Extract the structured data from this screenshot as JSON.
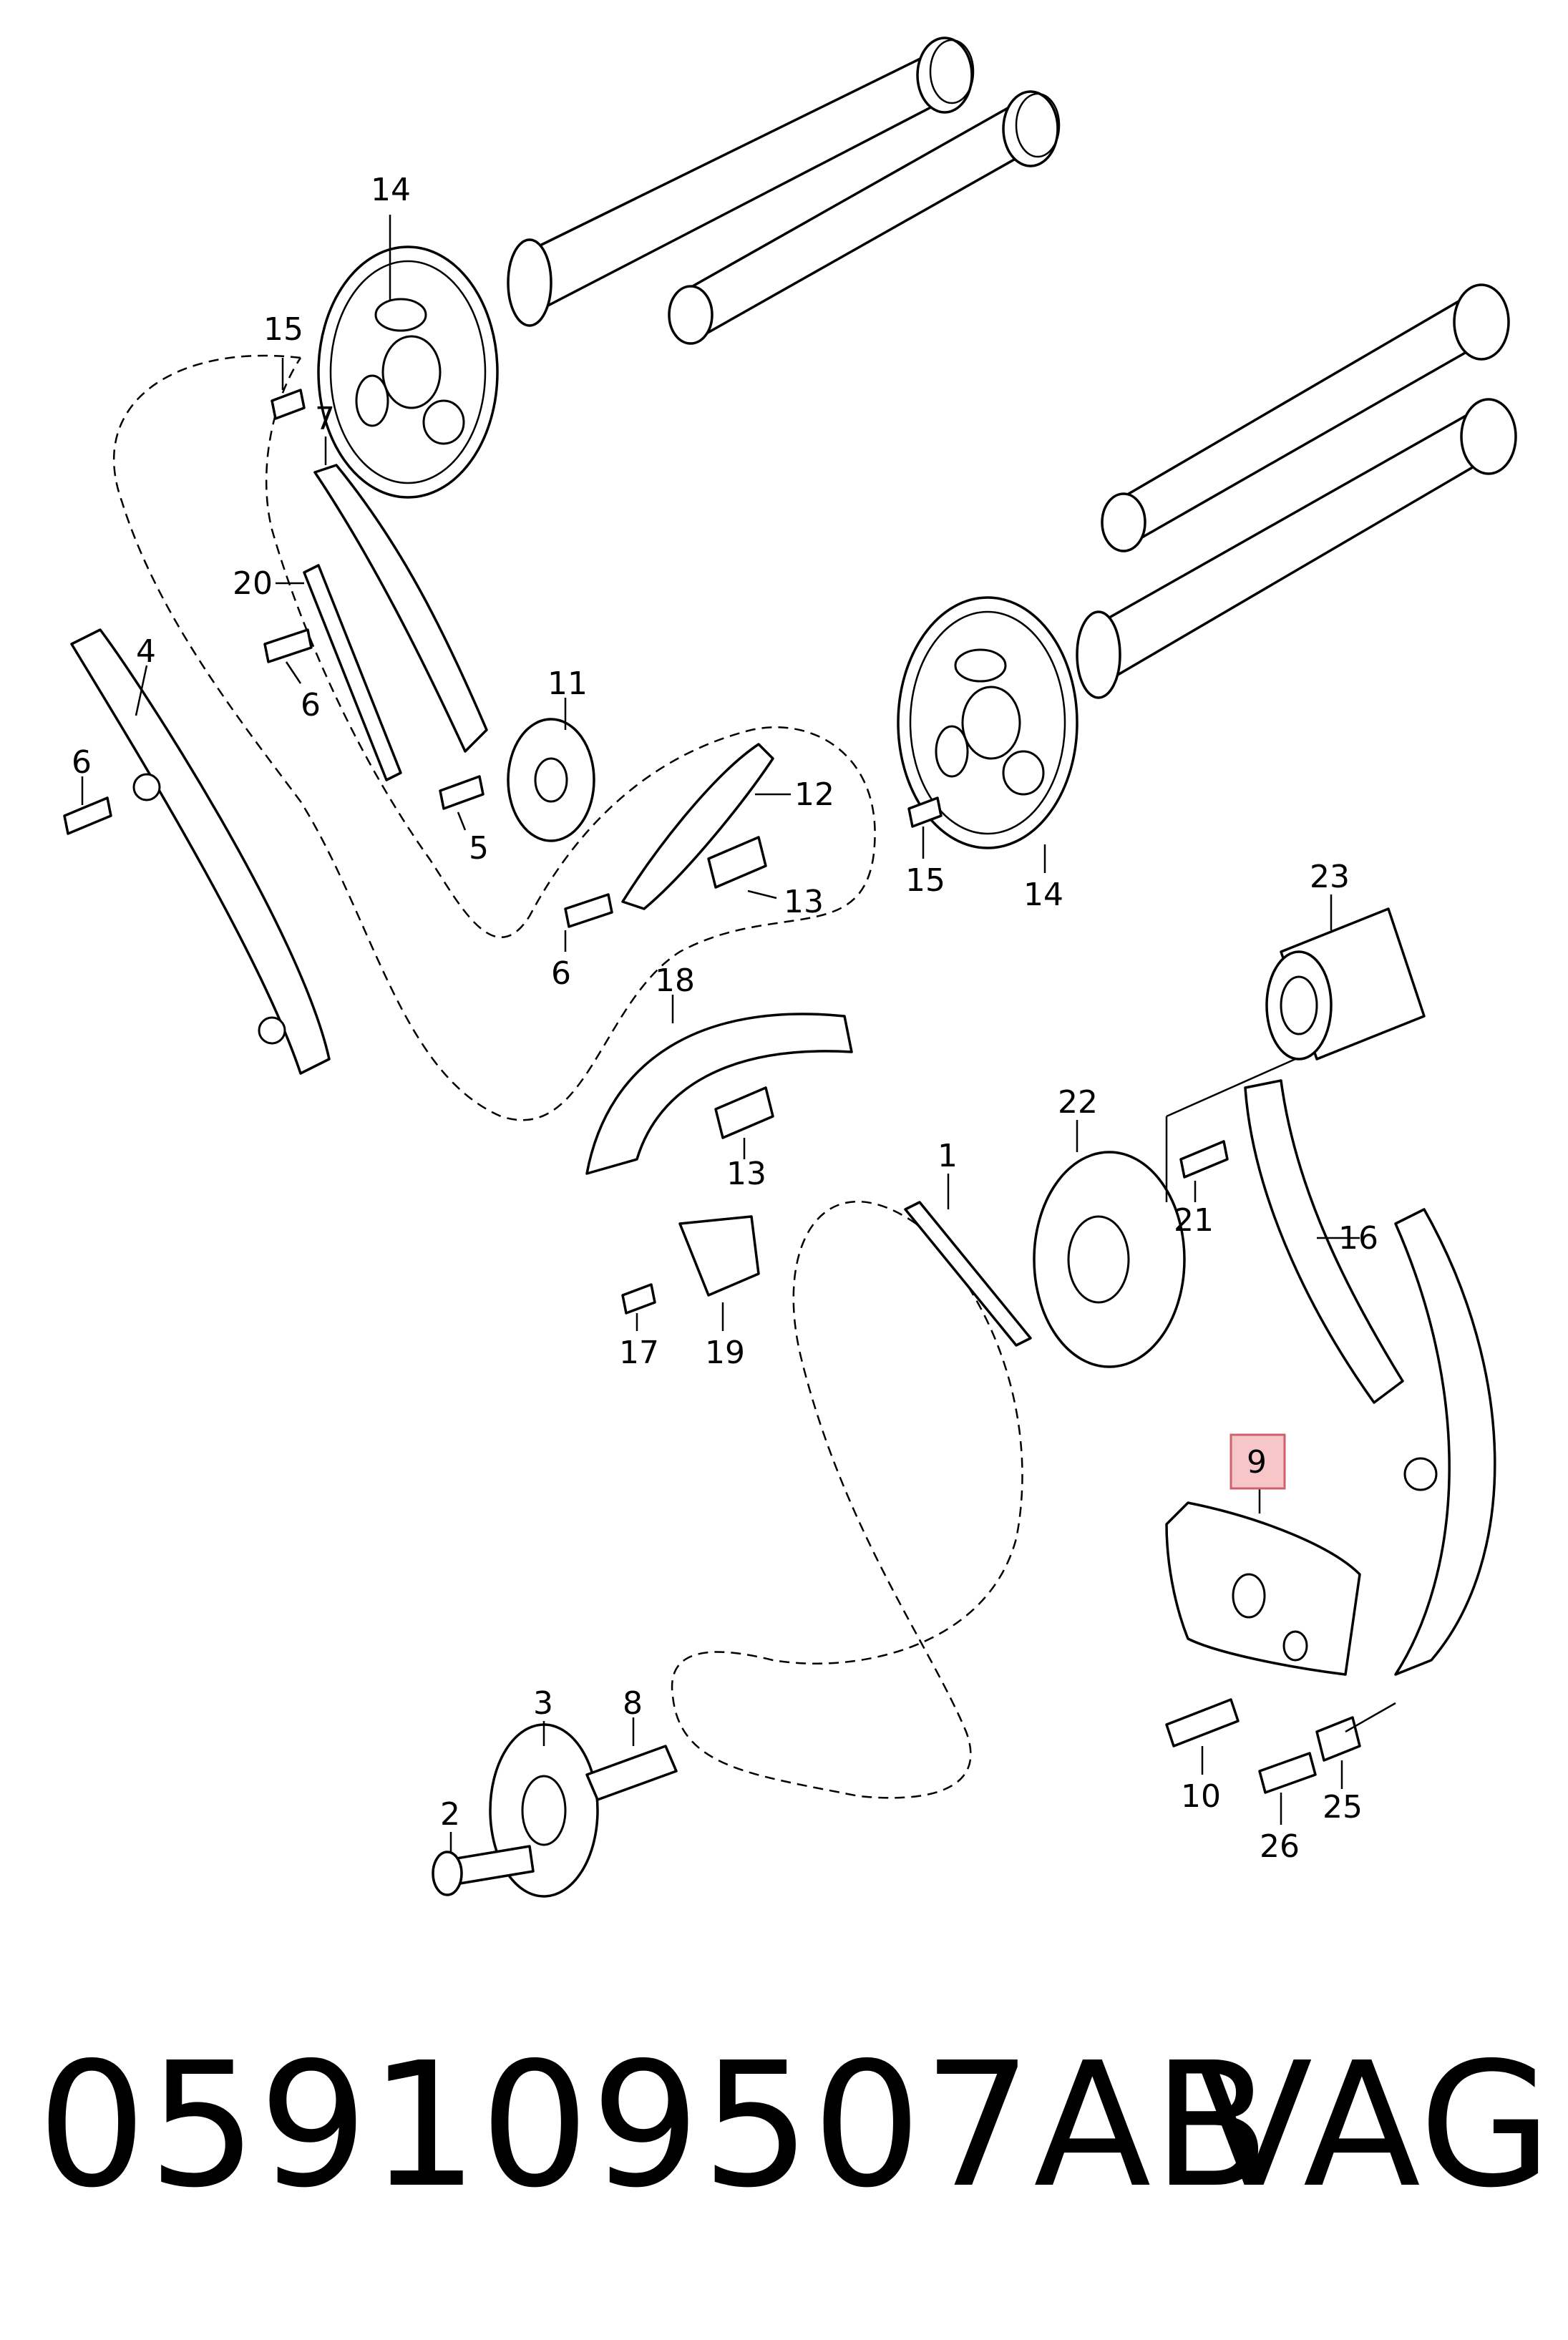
{
  "diagram": {
    "labels": {
      "l1": "1",
      "l2": "2",
      "l3": "3",
      "l4": "4",
      "l5": "5",
      "l6a": "6",
      "l6b": "6",
      "l6c": "6",
      "l7": "7",
      "l8": "8",
      "l9": "9",
      "l10": "10",
      "l11": "11",
      "l12": "12",
      "l13a": "13",
      "l13b": "13",
      "l14a": "14",
      "l14b": "14",
      "l15a": "15",
      "l15b": "15",
      "l16": "16",
      "l17": "17",
      "l18": "18",
      "l19": "19",
      "l20": "20",
      "l21": "21",
      "l22": "22",
      "l23": "23",
      "l25": "25",
      "l26": "26"
    },
    "highlight": {
      "label": "9",
      "fill": "#f6c6c9",
      "stroke": "#d06070"
    }
  },
  "footer": {
    "part_number": "059109507AB",
    "brand": "VAG"
  }
}
